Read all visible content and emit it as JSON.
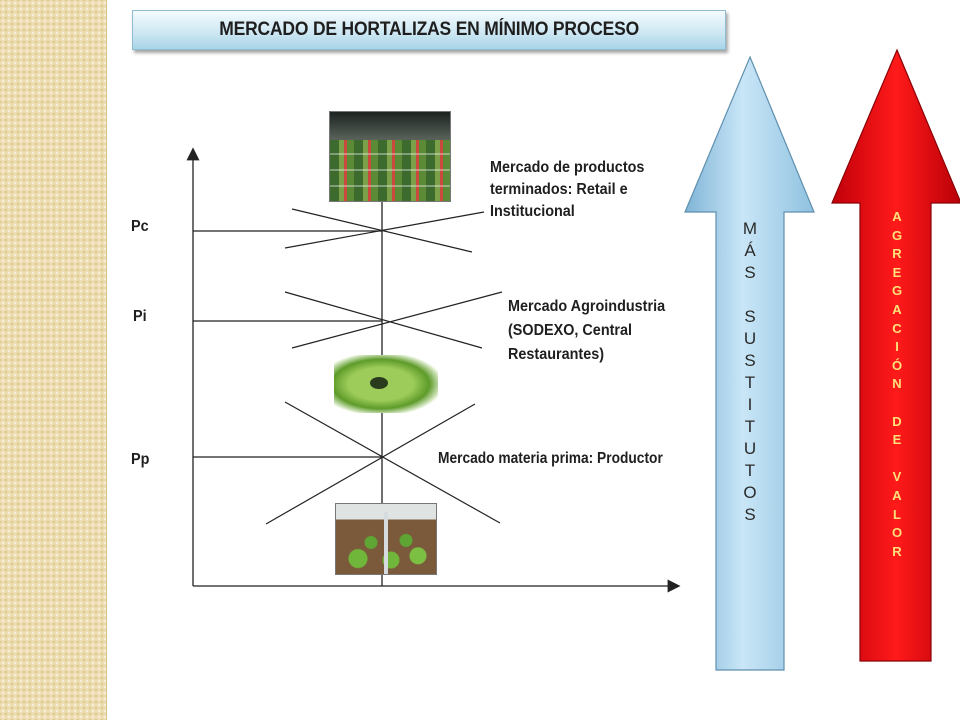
{
  "title": "MERCADO DE  HORTALIZAS EN MÍNIMO PROCESO",
  "prices": {
    "pc": "Pc",
    "pi": "Pi",
    "pp": "Pp"
  },
  "markets": {
    "retail": [
      "Mercado de productos",
      "terminados: Retail e",
      "Institucional"
    ],
    "agro": [
      "Mercado Agroindustria",
      "(SODEXO, Central",
      "Restaurantes)"
    ],
    "raw": "Mercado materia prima: Productor"
  },
  "arrows": {
    "substitutes": "M\nÁ\nS\n\nS\nU\nS\nT\nI\nT\nU\nT\nO\nS",
    "value_added": "A\nG\nR\nE\nG\nA\nC\nI\nÓ\nN\n\nD\nE\n\nV\nA\nL\nO\nR",
    "colors": {
      "substitutes": "#a8d2ec",
      "value_added": "#e8000b"
    }
  },
  "images": {
    "retail": "supermarket-produce-shelves",
    "agro": "packaged-lettuce-bag",
    "raw": "lettuce-field-rows"
  }
}
